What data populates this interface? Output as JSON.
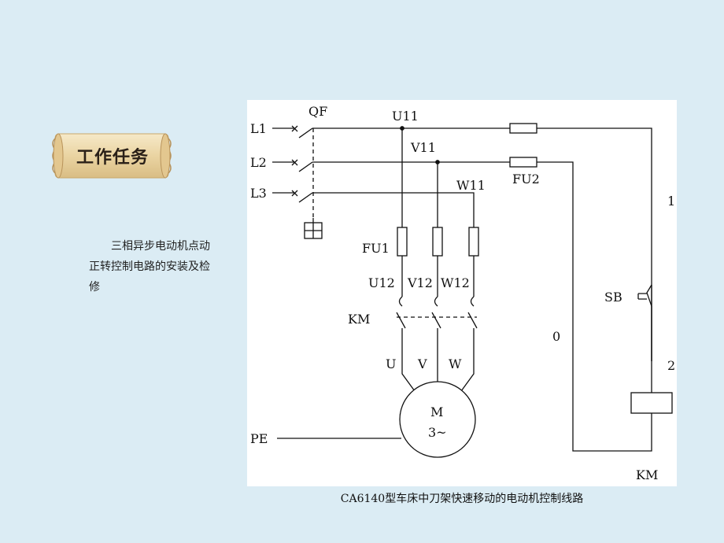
{
  "badge": {
    "title": "工作任务"
  },
  "description": "三相异步电动机点动正转控制电路的安装及检修",
  "diagram": {
    "labels": {
      "L1": "L1",
      "L2": "L2",
      "L3": "L3",
      "QF": "QF",
      "U11": "U11",
      "V11": "V11",
      "W11": "W11",
      "FU1": "FU1",
      "FU2": "FU2",
      "U12": "U12",
      "V12": "V12",
      "W12": "W12",
      "KM_contacts": "KM",
      "U": "U",
      "V": "V",
      "W": "W",
      "motor_M": "M",
      "motor_phase": "3~",
      "PE": "PE",
      "node1": "1",
      "node0": "0",
      "node2": "2",
      "SB": "SB",
      "KM_coil": "KM"
    }
  },
  "caption": "CA6140型车床中刀架快速移动的电动机控制线路"
}
